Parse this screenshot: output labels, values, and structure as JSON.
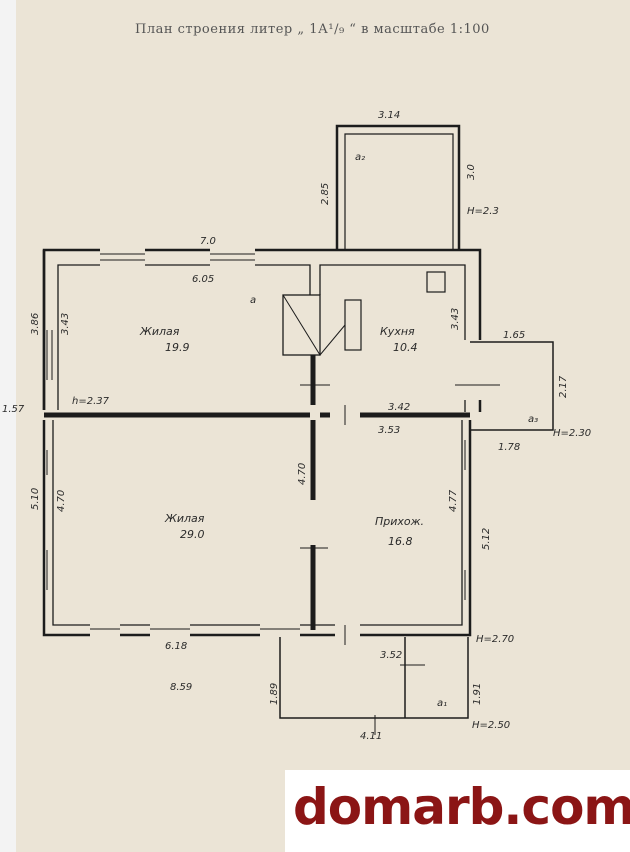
{
  "title": "План строения литер „ 1А¹/₉ “ в масштабе 1:100",
  "rooms": {
    "living_small": {
      "name": "Жилая",
      "area": "19.9"
    },
    "kitchen": {
      "name": "Кухня",
      "area": "10.4"
    },
    "living_large": {
      "name": "Жилая",
      "area": "29.0"
    },
    "hallway": {
      "name": "Прихож.",
      "area": "16.8"
    }
  },
  "annexes": {
    "a": "а",
    "a1": "а₁",
    "a2": "а₂",
    "a3": "а₃"
  },
  "dimensions": {
    "top_outer": "7.0",
    "top_inner": "6.05",
    "left_top_outer": "3.86",
    "left_top_inner": "3.43",
    "kitchen_right": "3.43",
    "kitchen_bottom": "3.42",
    "hall_top": "3.53",
    "a2_top": "3.14",
    "a2_left": "2.85",
    "a2_right": "3.0",
    "a2_height": "H=2.3",
    "a3_top": "1.65",
    "a3_right": "2.17",
    "a3_bottom": "1.78",
    "a3_height": "H=2.30",
    "room_height": "h=2.37",
    "left_edge": "1.57",
    "left_bottom_outer": "5.10",
    "left_bottom_inner": "4.70",
    "mid_wall": "4.70",
    "hall_right_inner": "4.77",
    "hall_right_outer": "5.12",
    "bottom_inner": "6.18",
    "bottom_outer": "8.59",
    "hall_bottom": "3.52",
    "main_height": "H=2.70",
    "a1_left": "1.89",
    "a1_right": "1.91",
    "a1_bottom": "4.11",
    "a1_height": "H=2.50"
  },
  "watermark": "domarb.com"
}
